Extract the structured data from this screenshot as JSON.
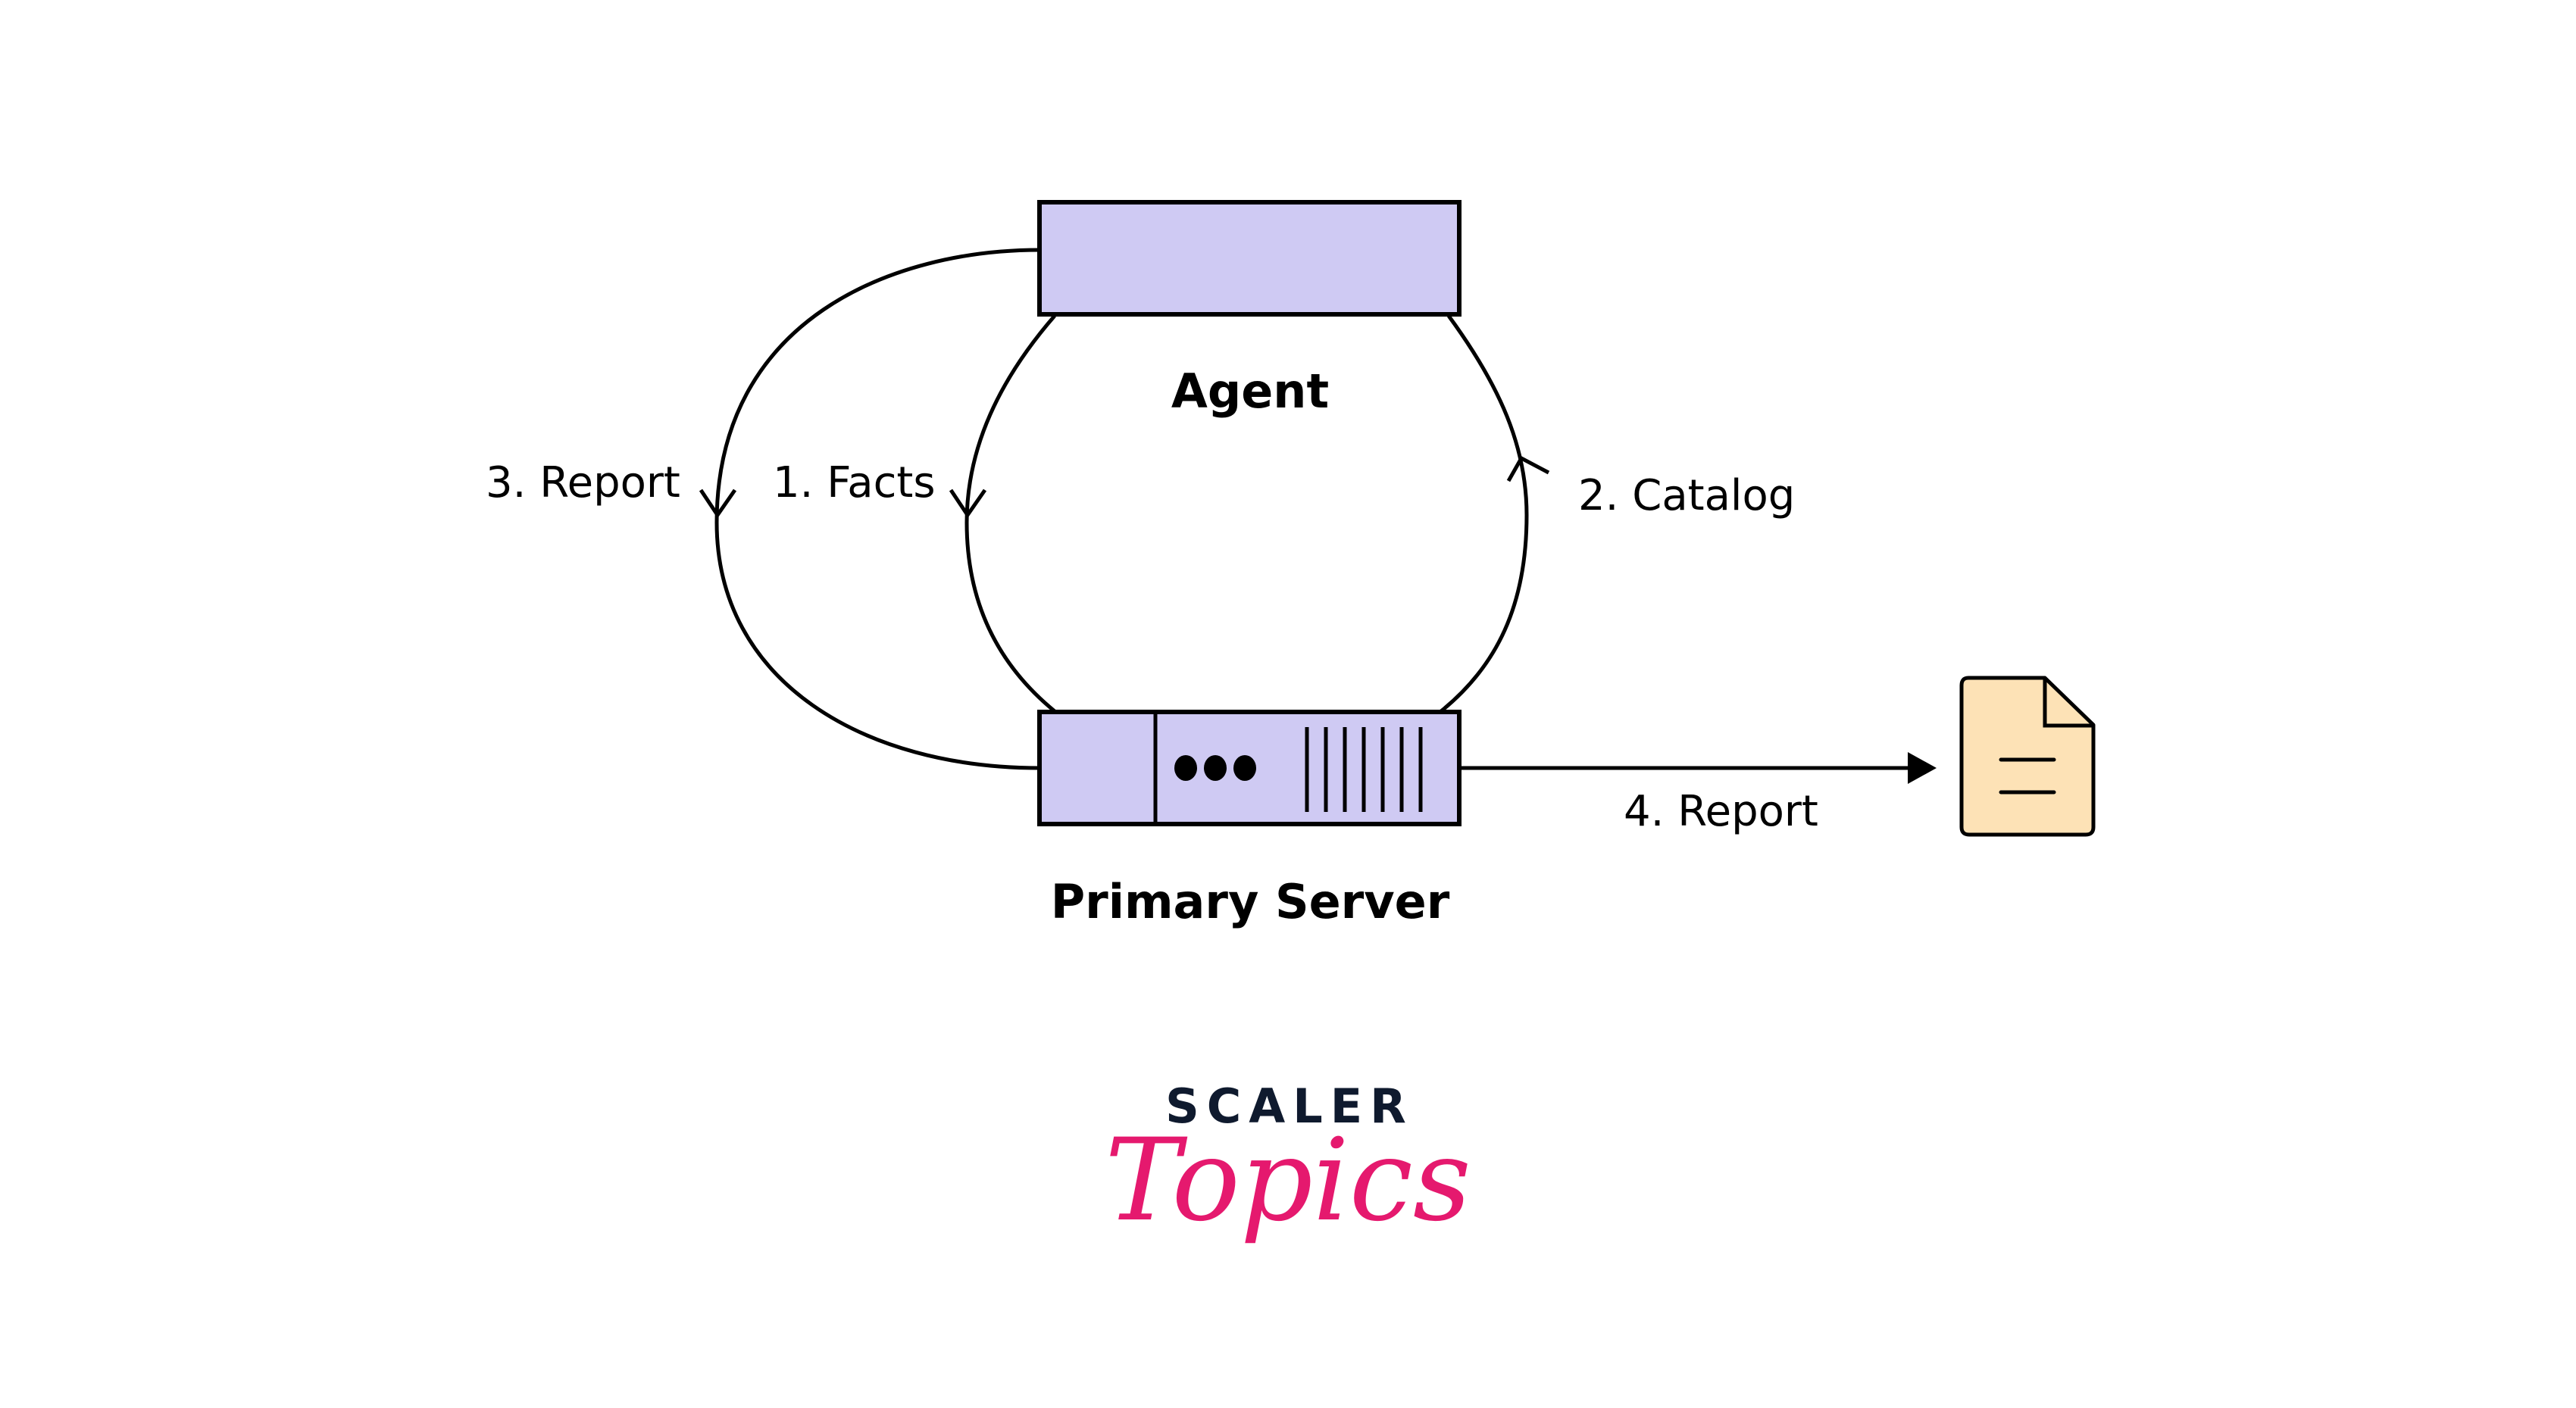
{
  "diagram": {
    "nodes": {
      "agent": {
        "label": "Agent"
      },
      "server": {
        "label": "Primary Server"
      },
      "report_document": {
        "icon": "document-icon"
      }
    },
    "edges": [
      {
        "id": "facts",
        "label": "1.  Facts",
        "from": "server",
        "to": "agent",
        "arrow_icon": "arrow-down-icon"
      },
      {
        "id": "catalog",
        "label": "2. Catalog",
        "from": "server",
        "to": "agent",
        "arrow_icon": "arrow-up-icon"
      },
      {
        "id": "report_3",
        "label": "3. Report",
        "from": "agent",
        "to": "server",
        "arrow_icon": "arrow-down-icon"
      },
      {
        "id": "report_4",
        "label": "4. Report",
        "from": "server",
        "to": "report_document",
        "arrow_icon": "arrow-right-icon"
      }
    ]
  },
  "colors": {
    "box_fill": "#cfcaf3",
    "document_fill": "#fde2b6",
    "stroke": "#000000",
    "logo_dark": "#0f1a2e",
    "logo_pink": "#e5196e"
  },
  "logo": {
    "top": "SCALER",
    "bottom": "Topics"
  }
}
